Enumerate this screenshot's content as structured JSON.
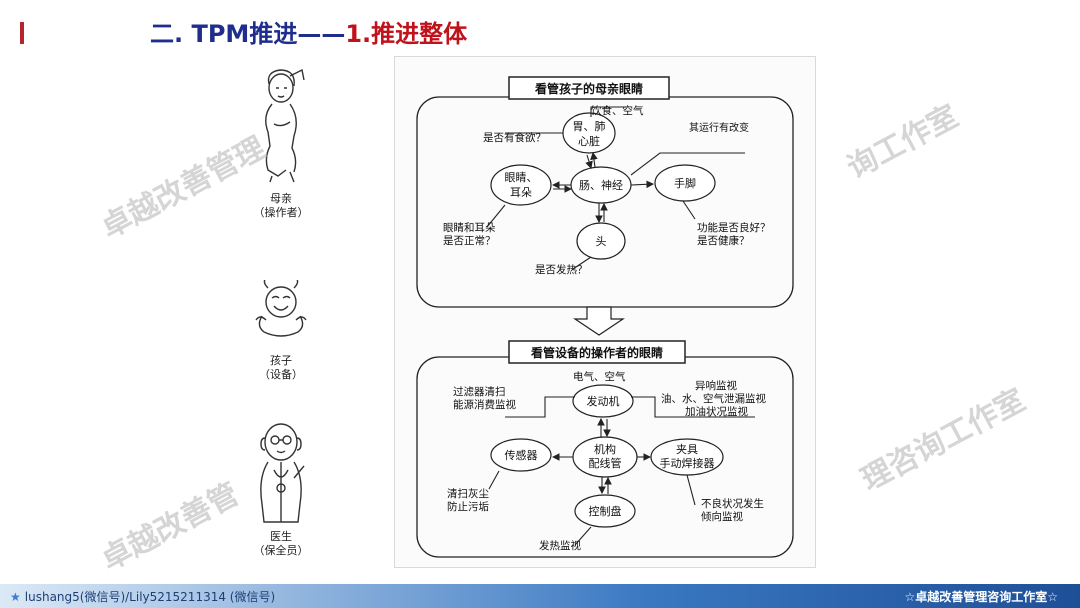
{
  "title": {
    "part1": "二. TPM推进——",
    "part2": "1.推进整体"
  },
  "figures": [
    {
      "caption_line1": "母亲",
      "caption_line2": "（操作者）"
    },
    {
      "caption_line1": "孩子",
      "caption_line2": "（设备）"
    },
    {
      "caption_line1": "医生",
      "caption_line2": "（保全员）"
    }
  ],
  "diagram_top": {
    "header": "看管孩子的母亲眼睛",
    "nodes": {
      "stomach": "胃、肺",
      "heart": "心脏",
      "eyes_l1": "眼睛、",
      "eyes_l2": "耳朵",
      "nerve": "肠、神经",
      "limbs": "手脚",
      "head": "头"
    },
    "labels": {
      "food_air": "饮食、空气",
      "appetite": "是否有食欲？",
      "other": "其运行有改变",
      "eyes_q1": "眼睛和耳朵",
      "eyes_q2": "是否正常？",
      "limb_q1": "功能是否良好？",
      "limb_q2": "是否健康？",
      "fever": "是否发热？"
    }
  },
  "diagram_bottom": {
    "header": "看管设备的操作者的眼睛",
    "nodes": {
      "engine": "发动机",
      "mech1": "机构",
      "mech2": "配线管",
      "sensor": "传感器",
      "tool1": "夹具",
      "tool2": "手动焊接器",
      "panel": "控制盘"
    },
    "labels": {
      "power": "电气、空气",
      "filter1": "过滤器清扫",
      "filter2": "能源消费监视",
      "abn1": "异响监视",
      "abn2": "油、水、空气泄漏监视",
      "abn3": "加油状况监视",
      "clean1": "清扫灰尘",
      "clean2": "防止污垢",
      "defect1": "不良状况发生",
      "defect2": "倾向监视",
      "heat": "发热监视"
    }
  },
  "watermarks": [
    "卓越改善管理",
    "询工作室",
    "卓越改善管",
    "理咨询工作室"
  ],
  "footer": {
    "left": "lushang5(微信号)/Lily5215211314 (微信号)",
    "right": "☆卓越改善管理咨询工作室☆"
  }
}
